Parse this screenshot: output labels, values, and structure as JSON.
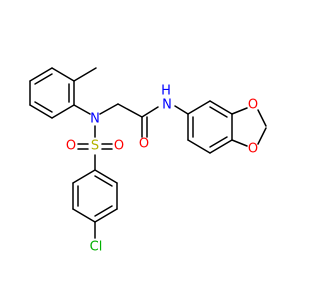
{
  "molecule": {
    "atoms": {
      "n_sulfonamide": {
        "label": "N",
        "color": "#0000ff"
      },
      "n_amide": {
        "label": "N",
        "color": "#0000ff"
      },
      "h_amide": {
        "label": "H",
        "color": "#0000ff"
      },
      "s_sulfonyl": {
        "label": "S",
        "color": "#b3b300"
      },
      "o_sulfonyl_left": {
        "label": "O",
        "color": "#ff0000"
      },
      "o_sulfonyl_right": {
        "label": "O",
        "color": "#ff0000"
      },
      "o_carbonyl": {
        "label": "O",
        "color": "#ff0000"
      },
      "o_dioxole_top": {
        "label": "O",
        "color": "#ff0000"
      },
      "o_dioxole_bottom": {
        "label": "O",
        "color": "#ff0000"
      },
      "cl": {
        "label": "Cl",
        "color": "#00b000"
      }
    }
  }
}
